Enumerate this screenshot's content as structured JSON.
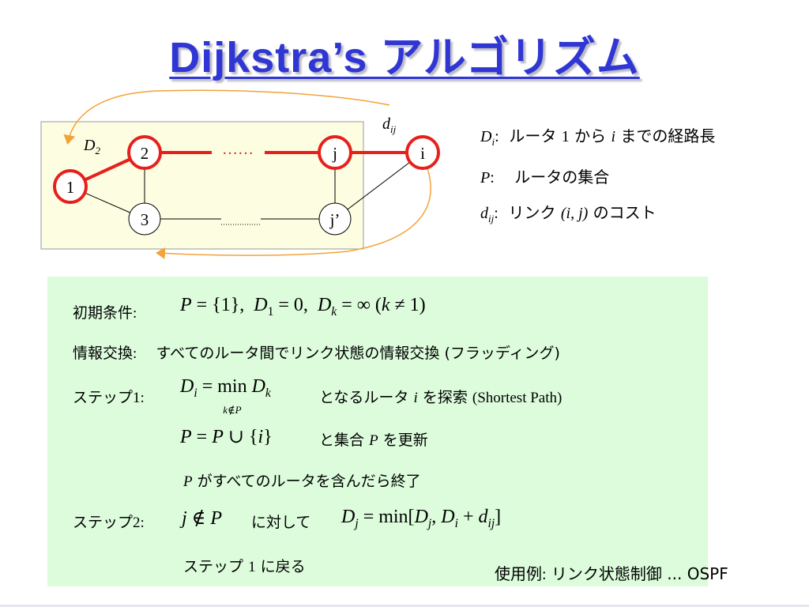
{
  "title": "Dijkstra’s アルゴリズム",
  "graph": {
    "nodes": [
      "1",
      "2",
      "3",
      "j",
      "i",
      "j’"
    ],
    "ellipsis": "……",
    "label_D2_main": "D",
    "label_D2_sub": "2",
    "label_dij_main": "d",
    "label_dij_sub": "ij"
  },
  "legend": {
    "d_i_sym": "D",
    "d_i_sub": "i",
    "d_i_colon": ":",
    "d_i_text1": "ルータ",
    "d_i_num": "1",
    "d_i_text2": "から",
    "d_i_var": "i",
    "d_i_text3": "までの経路長",
    "p_sym": "P",
    "p_colon": ":",
    "p_text": "ルータの集合",
    "dij_sym": "d",
    "dij_sub": "ij",
    "dij_colon": ":",
    "dij_text1": "リンク",
    "dij_pair": "(i, j)",
    "dij_text2": "のコスト"
  },
  "box": {
    "init_label": "初期条件",
    "init_colon": ":",
    "exchange_label": "情報交換",
    "exchange_colon": ":",
    "exchange_text1": "すべてのルータ間でリンク状態の情報交換",
    "exchange_text2": "(フラッディング)",
    "step1_label": "ステップ",
    "step1_num": "1:",
    "step1_text1": "となるルータ",
    "step1_var": "i",
    "step1_text2": "を探索",
    "step1_text3": "(Shortest Path)",
    "step1b_text1": "と集合",
    "step1b_var": "P",
    "step1b_text2": "を更新",
    "end_var": "P",
    "end_text": "がすべてのルータを含んだら終了",
    "step2_label": "ステップ",
    "step2_num": "2:",
    "step2_cond": "j ∉ P",
    "step2_text": "に対して",
    "back_text1": "ステップ",
    "back_num": "1",
    "back_text2": "に戻る"
  },
  "footer": {
    "label": "使用例",
    "colon": ":",
    "text": "リンク状態制御 ... OSPF"
  },
  "colors": {
    "title": "#2f36d3",
    "red": "#e8201c",
    "orange": "#f2a33a",
    "panel_yellow": "#fdfde2",
    "panel_green": "#dcfcdc"
  }
}
